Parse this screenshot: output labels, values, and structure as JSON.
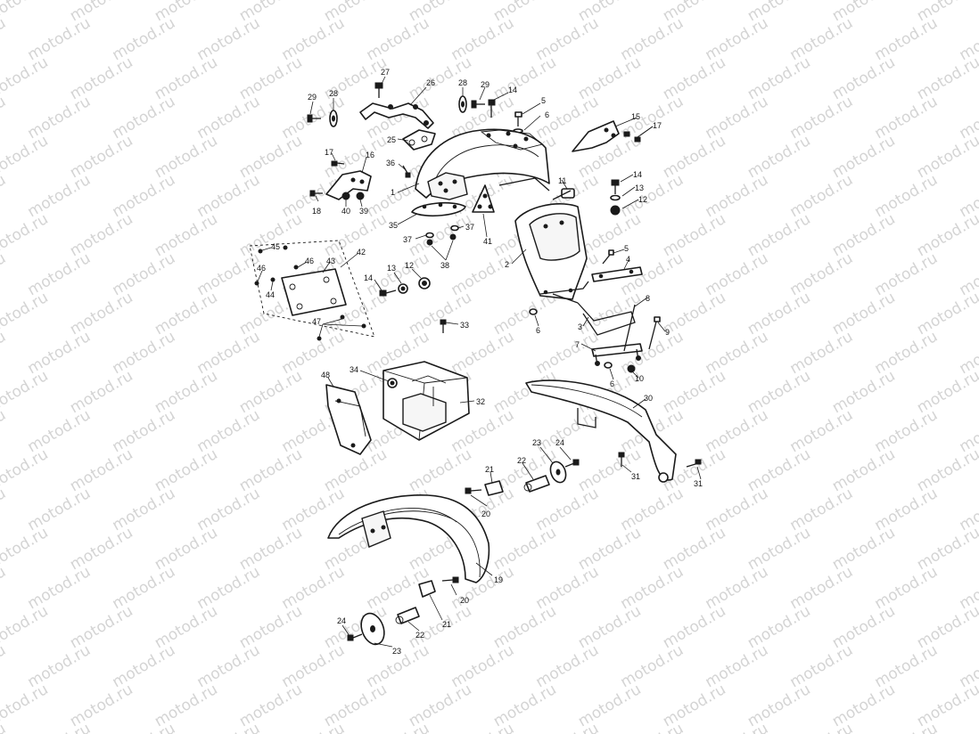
{
  "watermark": "motod.ru",
  "callouts": [
    {
      "id": "c1",
      "text": "1"
    },
    {
      "id": "c2",
      "text": "2"
    },
    {
      "id": "c3",
      "text": "3"
    },
    {
      "id": "c4",
      "text": "4"
    },
    {
      "id": "c5a",
      "text": "5"
    },
    {
      "id": "c5b",
      "text": "5"
    },
    {
      "id": "c6a",
      "text": "6"
    },
    {
      "id": "c6b",
      "text": "6"
    },
    {
      "id": "c6c",
      "text": "6"
    },
    {
      "id": "c7",
      "text": "7"
    },
    {
      "id": "c8",
      "text": "8"
    },
    {
      "id": "c9",
      "text": "9"
    },
    {
      "id": "c10",
      "text": "10"
    },
    {
      "id": "c11",
      "text": "11"
    },
    {
      "id": "c12a",
      "text": "12"
    },
    {
      "id": "c12b",
      "text": "12"
    },
    {
      "id": "c13a",
      "text": "13"
    },
    {
      "id": "c13b",
      "text": "13"
    },
    {
      "id": "c14a",
      "text": "14"
    },
    {
      "id": "c14b",
      "text": "14"
    },
    {
      "id": "c14c",
      "text": "14"
    },
    {
      "id": "c15",
      "text": "15"
    },
    {
      "id": "c16",
      "text": "16"
    },
    {
      "id": "c17a",
      "text": "17"
    },
    {
      "id": "c17b",
      "text": "17"
    },
    {
      "id": "c18",
      "text": "18"
    },
    {
      "id": "c19",
      "text": "19"
    },
    {
      "id": "c20a",
      "text": "20"
    },
    {
      "id": "c20b",
      "text": "20"
    },
    {
      "id": "c21a",
      "text": "21"
    },
    {
      "id": "c21b",
      "text": "21"
    },
    {
      "id": "c22a",
      "text": "22"
    },
    {
      "id": "c22b",
      "text": "22"
    },
    {
      "id": "c23a",
      "text": "23"
    },
    {
      "id": "c23b",
      "text": "23"
    },
    {
      "id": "c24a",
      "text": "24"
    },
    {
      "id": "c24b",
      "text": "24"
    },
    {
      "id": "c25",
      "text": "25"
    },
    {
      "id": "c26",
      "text": "26"
    },
    {
      "id": "c27",
      "text": "27"
    },
    {
      "id": "c28a",
      "text": "28"
    },
    {
      "id": "c28b",
      "text": "28"
    },
    {
      "id": "c29a",
      "text": "29"
    },
    {
      "id": "c29b",
      "text": "29"
    },
    {
      "id": "c30",
      "text": "30"
    },
    {
      "id": "c31a",
      "text": "31"
    },
    {
      "id": "c31b",
      "text": "31"
    },
    {
      "id": "c32",
      "text": "32"
    },
    {
      "id": "c33",
      "text": "33"
    },
    {
      "id": "c34",
      "text": "34"
    },
    {
      "id": "c35",
      "text": "35"
    },
    {
      "id": "c36",
      "text": "36"
    },
    {
      "id": "c37a",
      "text": "37"
    },
    {
      "id": "c37b",
      "text": "37"
    },
    {
      "id": "c38",
      "text": "38"
    },
    {
      "id": "c39",
      "text": "39"
    },
    {
      "id": "c40",
      "text": "40"
    },
    {
      "id": "c41",
      "text": "41"
    },
    {
      "id": "c42",
      "text": "42"
    },
    {
      "id": "c43",
      "text": "43"
    },
    {
      "id": "c44",
      "text": "44"
    },
    {
      "id": "c45",
      "text": "45"
    },
    {
      "id": "c46a",
      "text": "46"
    },
    {
      "id": "c46b",
      "text": "46"
    },
    {
      "id": "c47",
      "text": "47"
    },
    {
      "id": "c48",
      "text": "48"
    }
  ]
}
